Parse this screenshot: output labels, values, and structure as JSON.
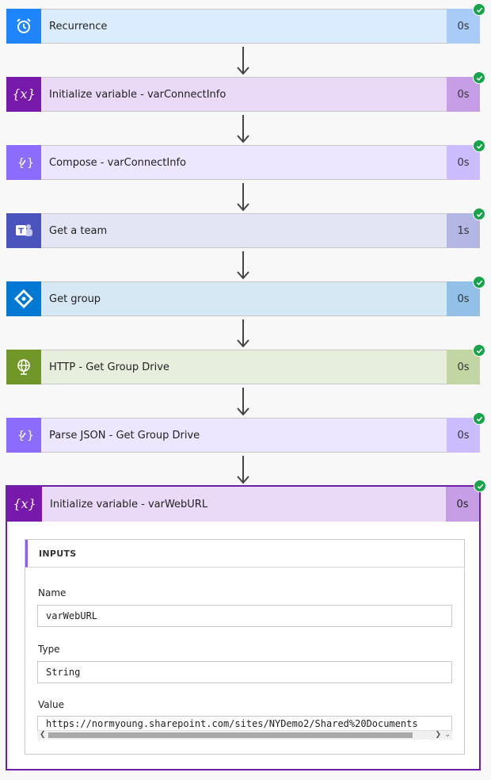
{
  "flow": {
    "steps": [
      {
        "title": "Recurrence",
        "duration": "0s",
        "icon": "alarm-clock-icon",
        "colors": {
          "icon_bg": "#1f85ff",
          "body": "#dcecff",
          "dur": "#a9cbf7"
        }
      },
      {
        "title": "Initialize variable - varConnectInfo",
        "duration": "0s",
        "icon": "variable-icon",
        "colors": {
          "icon_bg": "#7719aa",
          "body": "#ead9f7",
          "dur": "#c59ee6"
        }
      },
      {
        "title": "Compose - varConnectInfo",
        "duration": "0s",
        "icon": "data-operation-icon",
        "colors": {
          "icon_bg": "#8c6cff",
          "body": "#ece6ff",
          "dur": "#cbbcff"
        }
      },
      {
        "title": "Get a team",
        "duration": "1s",
        "icon": "teams-icon",
        "colors": {
          "icon_bg": "#4b53bc",
          "body": "#e4e5f4",
          "dur": "#b3b6e2"
        }
      },
      {
        "title": "Get group",
        "duration": "0s",
        "icon": "azure-ad-icon",
        "colors": {
          "icon_bg": "#0078d4",
          "body": "#d7e8f5",
          "dur": "#93c0e6"
        }
      },
      {
        "title": "HTTP - Get Group Drive",
        "duration": "0s",
        "icon": "globe-icon",
        "colors": {
          "icon_bg": "#709727",
          "body": "#e8eedd",
          "dur": "#c2d6a3"
        }
      },
      {
        "title": "Parse JSON - Get Group Drive",
        "duration": "0s",
        "icon": "data-operation-icon",
        "colors": {
          "icon_bg": "#8c6cff",
          "body": "#ece6ff",
          "dur": "#cbbcff"
        }
      }
    ],
    "expanded": {
      "title": "Initialize variable - varWebURL",
      "duration": "0s",
      "icon": "variable-icon",
      "inputs_label": "INPUTS",
      "fields": [
        {
          "label": "Name",
          "value": "varWebURL"
        },
        {
          "label": "Type",
          "value": "String"
        },
        {
          "label": "Value",
          "value": "https://normyoung.sharepoint.com/sites/NYDemo2/Shared%20Documents"
        }
      ]
    }
  }
}
